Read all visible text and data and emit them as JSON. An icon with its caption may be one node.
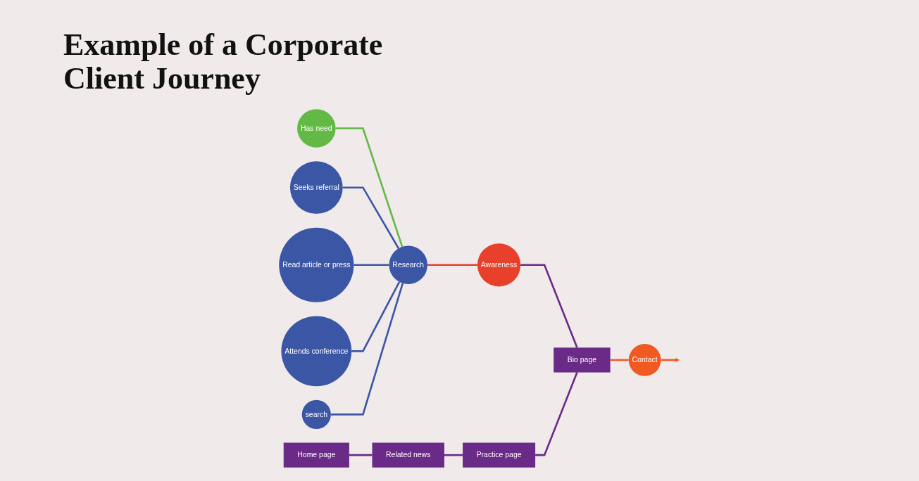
{
  "diagram": {
    "title": "Example of a Corporate Client Journey",
    "nodes": [
      {
        "text": [
          "Has need"
        ]
      },
      {
        "text": [
          "Seeks referral"
        ]
      },
      {
        "text": [
          "Read article or press"
        ]
      },
      {
        "text": [
          "Attends conference"
        ]
      },
      {
        "text": [
          "Research"
        ]
      },
      {
        "text": [
          "search"
        ]
      },
      {
        "text": [
          "Awareness"
        ]
      },
      {
        "text": [
          "Home page"
        ]
      },
      {
        "text": [
          "Related news"
        ]
      },
      {
        "text": [
          "Practice page"
        ]
      },
      {
        "text": [
          "Bio page"
        ]
      },
      {
        "text": [
          "Contact"
        ]
      }
    ],
    "edges": [
      {
        "from": 0,
        "to": 4,
        "arrow": "none",
        "color": "#62b946"
      },
      {
        "from": 1,
        "to": 4,
        "arrow": "none",
        "color": "#3c56a6"
      },
      {
        "from": 2,
        "to": 4,
        "arrow": "none",
        "color": "#3c56a6"
      },
      {
        "from": 3,
        "to": 4,
        "arrow": "none",
        "color": "#3c56a6"
      },
      {
        "from": 5,
        "to": 4,
        "arrow": "none",
        "color": "#3c56a6"
      },
      {
        "from": 4,
        "to": 6,
        "arrow": "none",
        "color": "#e8402a"
      },
      {
        "from": 6,
        "to": 10,
        "arrow": "none",
        "color": "#6a2a87"
      },
      {
        "from": 7,
        "to": 8,
        "arrow": "none",
        "color": "#6a2a87"
      },
      {
        "from": 8,
        "to": 9,
        "arrow": "none",
        "color": "#6a2a87"
      },
      {
        "from": 9,
        "to": 10,
        "arrow": "none",
        "color": "#6a2a87"
      },
      {
        "from": 10,
        "to": 11,
        "arrow": "none",
        "color": "#f05a22"
      },
      {
        "from": 11,
        "to": null,
        "arrow": "to",
        "color": "#f05a22"
      }
    ]
  }
}
